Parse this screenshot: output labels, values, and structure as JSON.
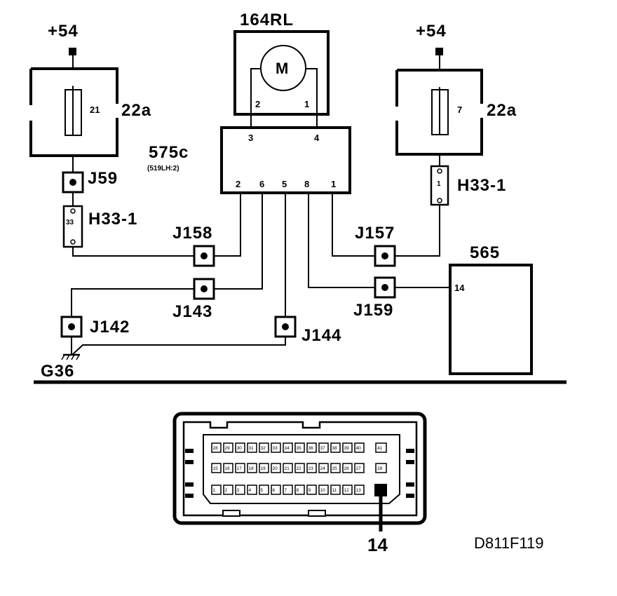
{
  "labels": {
    "supply_left": "+54",
    "supply_right": "+54",
    "motor_component": "164RL",
    "motor_symbol": "M",
    "motor_pin_2": "2",
    "motor_pin_1": "1",
    "ecu_pin_3": "3",
    "ecu_pin_4": "4",
    "fuse_box_left": "22a",
    "fuse_left_number": "21",
    "fuse_box_right": "22a",
    "fuse_right_number": "7",
    "control_unit": "575c",
    "control_unit_note": "(519LH:2)",
    "ecu_pins": [
      "2",
      "6",
      "5",
      "8",
      "1"
    ],
    "splice_j59": "J59",
    "connector_left": "H33-1",
    "connector_left_pin": "33",
    "connector_right": "H33-1",
    "connector_right_pin": "1",
    "splice_j158": "J158",
    "splice_j157": "J157",
    "splice_j143": "J143",
    "splice_j159": "J159",
    "splice_j142": "J142",
    "splice_j144": "J144",
    "ground": "G36",
    "module_565": "565",
    "module_565_pin": "14",
    "connector_highlight_pin": "14",
    "figure_code": "D811F119"
  },
  "connector_rows": {
    "top": [
      "28",
      "29",
      "30",
      "31",
      "32",
      "33",
      "34",
      "35",
      "36",
      "37",
      "38",
      "39",
      "40"
    ],
    "top_extra": "41",
    "middle": [
      "15",
      "16",
      "17",
      "18",
      "19",
      "20",
      "21",
      "22",
      "23",
      "24",
      "25",
      "26",
      "27"
    ],
    "middle_extra": "28",
    "bottom": [
      "1",
      "2",
      "3",
      "4",
      "5",
      "6",
      "7",
      "8",
      "9",
      "10",
      "11",
      "12",
      "13"
    ]
  }
}
